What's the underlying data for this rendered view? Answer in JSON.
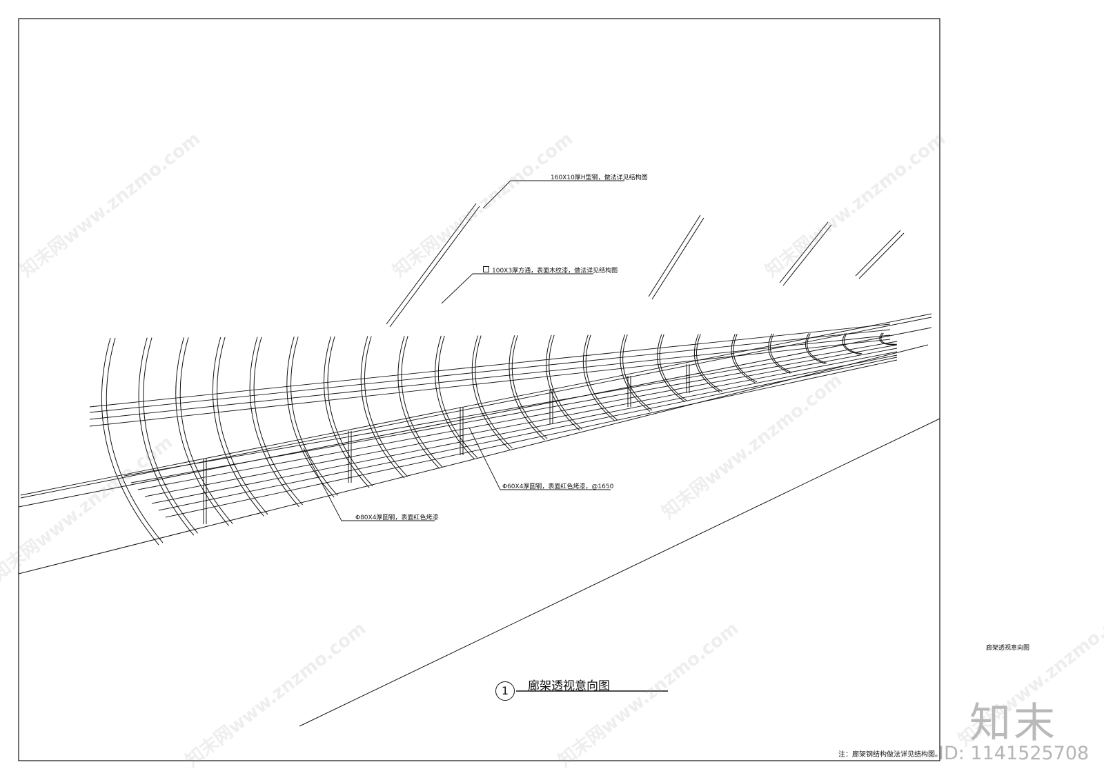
{
  "drawing": {
    "number": "1",
    "title": "廊架透视意向图",
    "side_title": "廊架透视意向图",
    "note": "注：廊架钢结构做法详见结构图。"
  },
  "callouts": {
    "h_steel": "160X10厚H型钢，做法详见结构图",
    "square_tube": "100X3厚方通，表面木纹漆，做法详见结构图",
    "round_60": "Φ60X4厚圆钢，表面红色烤漆，@1650",
    "round_80": "Φ80X4厚圆钢，表面红色烤漆"
  },
  "watermark": {
    "text": "知末网www.znzmo.com",
    "logo": "知末",
    "id": "ID: 1141525708"
  },
  "colors": {
    "line": "#111111",
    "watermark": "#b9b9b9"
  }
}
